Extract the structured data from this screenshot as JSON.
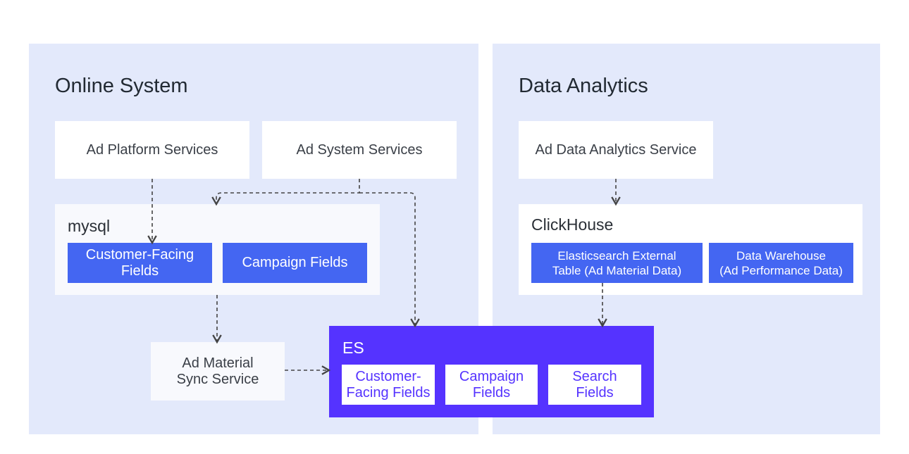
{
  "online": {
    "title": "Online System",
    "ad_platform": "Ad Platform Services",
    "ad_system": "Ad System Services",
    "mysql": {
      "label": "mysql",
      "customer_fields": "Customer-Facing\nFields",
      "campaign_fields": "Campaign Fields"
    },
    "sync_service": "Ad Material\nSync Service"
  },
  "es": {
    "label": "ES",
    "customer_fields": "Customer-\nFacing Fields",
    "campaign_fields": "Campaign\nFields",
    "search_fields": "Search\nFields"
  },
  "analytics": {
    "title": "Data Analytics",
    "service": "Ad Data Analytics Service",
    "clickhouse": {
      "label": "ClickHouse",
      "external_table": "Elasticsearch External\nTable (Ad Material Data)",
      "warehouse": "Data Warehouse\n(Ad Performance Data)"
    }
  },
  "colors": {
    "panel": "#e3e9fb",
    "blue": "#4466f2",
    "es": "#5533ff",
    "arrow": "#444444"
  }
}
